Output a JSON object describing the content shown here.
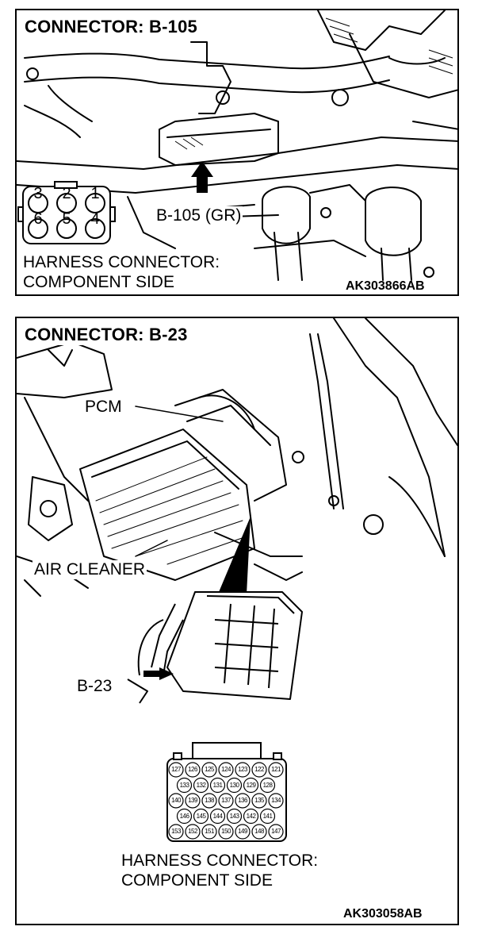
{
  "panel1": {
    "title": "CONNECTOR: B-105",
    "callout": "B-105 (GR)",
    "side_label_line1": "HARNESS CONNECTOR:",
    "side_label_line2": "COMPONENT SIDE",
    "code": "AK303866AB",
    "pins_top": [
      "3",
      "2",
      "1"
    ],
    "pins_bottom": [
      "6",
      "5",
      "4"
    ]
  },
  "panel2": {
    "title": "CONNECTOR: B-23",
    "pcm_label": "PCM",
    "air_cleaner_label": "AIR CLEANER",
    "b23_label": "B-23",
    "side_label_line1": "HARNESS CONNECTOR:",
    "side_label_line2": "COMPONENT SIDE",
    "code": "AK303058AB",
    "pin_rows": [
      [
        "127",
        "126",
        "125",
        "124",
        "123",
        "122",
        "121"
      ],
      [
        "133",
        "132",
        "131",
        "130",
        "129",
        "128"
      ],
      [
        "140",
        "139",
        "138",
        "137",
        "136",
        "135",
        "134"
      ],
      [
        "146",
        "145",
        "144",
        "143",
        "142",
        "141"
      ],
      [
        "153",
        "152",
        "151",
        "150",
        "149",
        "148",
        "147"
      ]
    ]
  }
}
